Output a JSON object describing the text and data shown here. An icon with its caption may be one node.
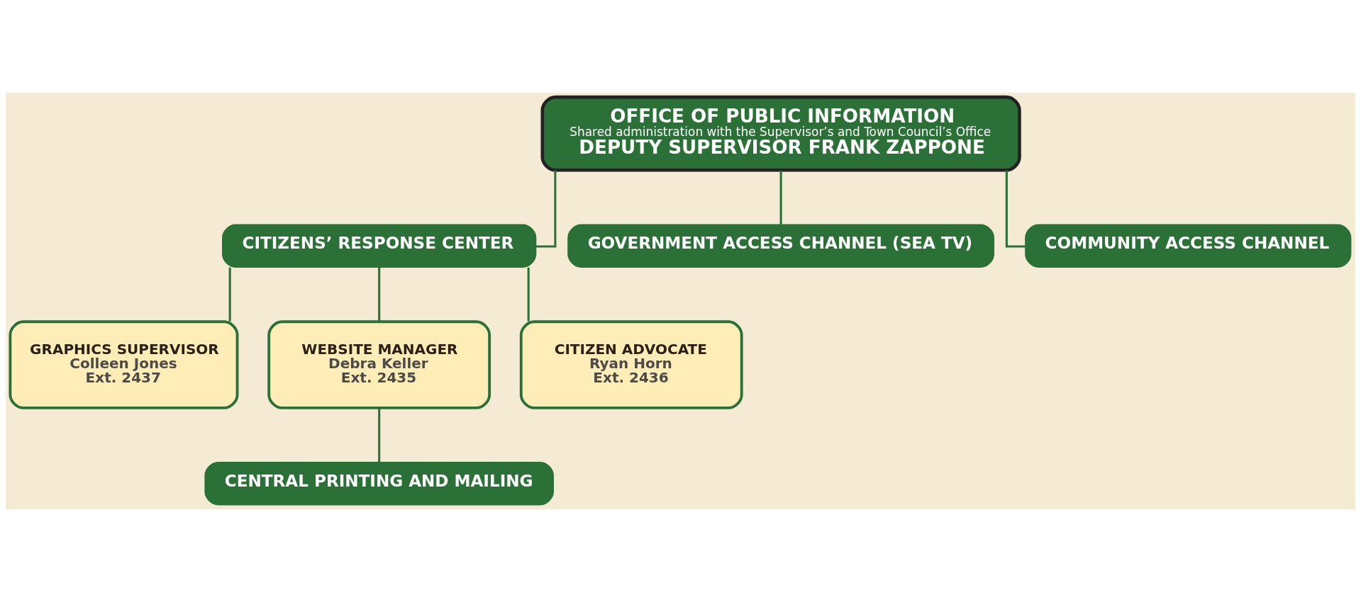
{
  "diagram": {
    "nodes": [
      {
        "text": [
          "OFFICE OF PUBLIC INFORMATION",
          "Shared administration with the Supervisor’s and Town Council’s Office",
          "DEPUTY SUPERVISOR FRANK ZAPPONE"
        ]
      },
      {
        "text": [
          "CITIZENS’ RESPONSE CENTER"
        ]
      },
      {
        "text": [
          "GOVERNMENT ACCESS CHANNEL (SEA TV)"
        ]
      },
      {
        "text": [
          "COMMUNITY ACCESS CHANNEL"
        ]
      },
      {
        "text": [
          "GRAPHICS SUPERVISOR",
          "Colleen Jones",
          "Ext. 2437"
        ]
      },
      {
        "text": [
          "WEBSITE MANAGER",
          "Debra Keller",
          "Ext. 2435"
        ]
      },
      {
        "text": [
          "CITIZEN ADVOCATE",
          "Ryan Horn",
          "Ext. 2436"
        ]
      },
      {
        "text": [
          "CENTRAL PRINTING AND MAILING"
        ]
      }
    ],
    "edges": [
      {
        "from": 0,
        "to": 1,
        "arrow": "none"
      },
      {
        "from": 0,
        "to": 2,
        "arrow": "none"
      },
      {
        "from": 0,
        "to": 3,
        "arrow": "none"
      },
      {
        "from": 1,
        "to": 4,
        "arrow": "none"
      },
      {
        "from": 1,
        "to": 5,
        "arrow": "none"
      },
      {
        "from": 1,
        "to": 6,
        "arrow": "none"
      },
      {
        "from": 5,
        "to": 7,
        "arrow": "none"
      }
    ]
  }
}
